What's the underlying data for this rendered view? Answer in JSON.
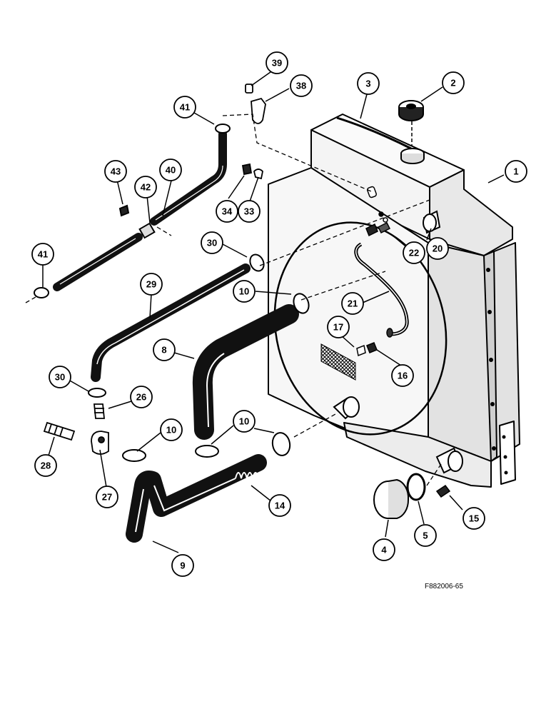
{
  "figure_ref": "F882006-65",
  "callouts": [
    "1",
    "2",
    "3",
    "39",
    "38",
    "41",
    "40",
    "43",
    "42",
    "34",
    "33",
    "30",
    "22",
    "20",
    "41",
    "29",
    "10",
    "21",
    "17",
    "8",
    "16",
    "30",
    "26",
    "10",
    "10",
    "28",
    "27",
    "14",
    "4",
    "5",
    "15",
    "9"
  ],
  "colors": {
    "ink": "#000000",
    "paper": "#ffffff",
    "panel": "#f4f4f4",
    "hose": "#111111"
  }
}
